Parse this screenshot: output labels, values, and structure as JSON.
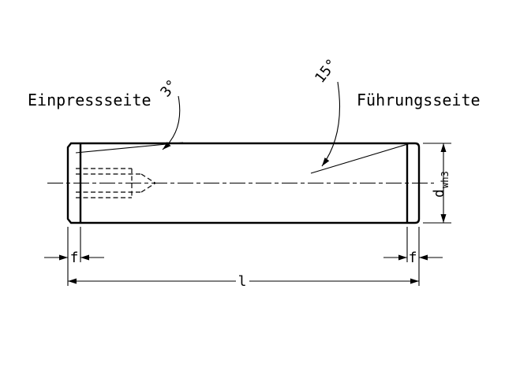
{
  "diagram": {
    "type": "technical-drawing",
    "subject": "cylindrical dowel pin with internal thread",
    "labels": {
      "press_side": "Einpressseite",
      "guide_side": "Führungsseite",
      "angle_press_side": "3°",
      "angle_guide_side": "15°",
      "chamfer_left": "f",
      "chamfer_right": "f",
      "length": "l",
      "diameter_base": "d",
      "diameter_subscript": "wh3"
    },
    "colors": {
      "line": "#000000",
      "background": "#ffffff"
    }
  }
}
